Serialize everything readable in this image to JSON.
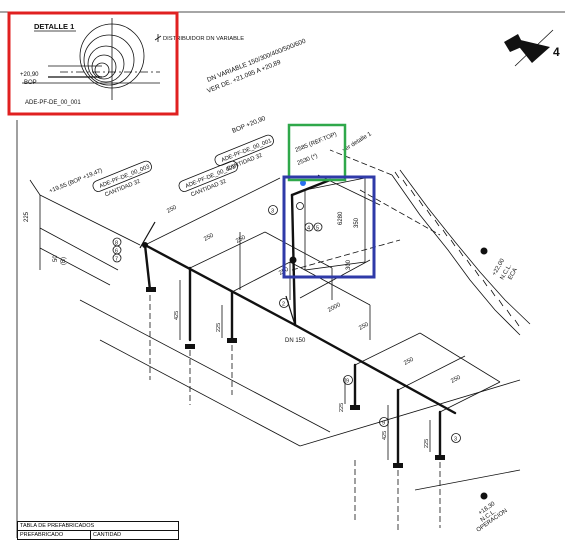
{
  "detail": {
    "title": "DETALLE 1",
    "note": "DISTRIBUIDOR DN VARIABLE",
    "elev": "+20,90",
    "bop": "BOP",
    "ref": "ADE-PF-DE_00_001"
  },
  "main_labels": {
    "dn_variable": "DN VARIABLE 150/300/400/500/600",
    "ver_de": "VER DE. +21.095 A +20,89",
    "bop_elev": "BOP +20,90",
    "ver_detalle": "ver detalle 1",
    "ref_top": "2585 (REF.TOP)",
    "dim_2530": "2530 (*)",
    "elev_19": "+19,55 (BOP +19,47)",
    "dn150": "DN 150",
    "dim_2000": "2000",
    "dim_250": "250",
    "dim_6280": "6280",
    "dim_350": "350",
    "dim_300": "300"
  },
  "callouts": {
    "c1": "ADE-PF-DE_00_003",
    "c1_qty": "CANTIDAD 32",
    "c2": "ADE-PF-DE_00_002",
    "c2_qty": "CANTIDAD 32",
    "c3": "ADE-PF-DE_00_001",
    "c3_qty": "CANTIDAD 32"
  },
  "right_labels": {
    "elev_22": "+22,00",
    "ncl": "N.C.L.",
    "eca": "ECA",
    "elev_18": "+18,30",
    "ncl2": "N.C.L.",
    "operacion": "OPERACION"
  },
  "table": {
    "title": "TABLA DE PREFABRICADOS",
    "col1": "PREFABRICADO",
    "col2": "CANTIDAD"
  },
  "markers": {
    "n2": "2",
    "n3": "3",
    "n4": "4",
    "n5": "5",
    "n6": "6",
    "n7": "7",
    "n8": "8",
    "n9": "9"
  },
  "colors": {
    "highlight_red": "#e02020",
    "highlight_green": "#2fa84a",
    "highlight_blue": "#2f3aa8"
  }
}
